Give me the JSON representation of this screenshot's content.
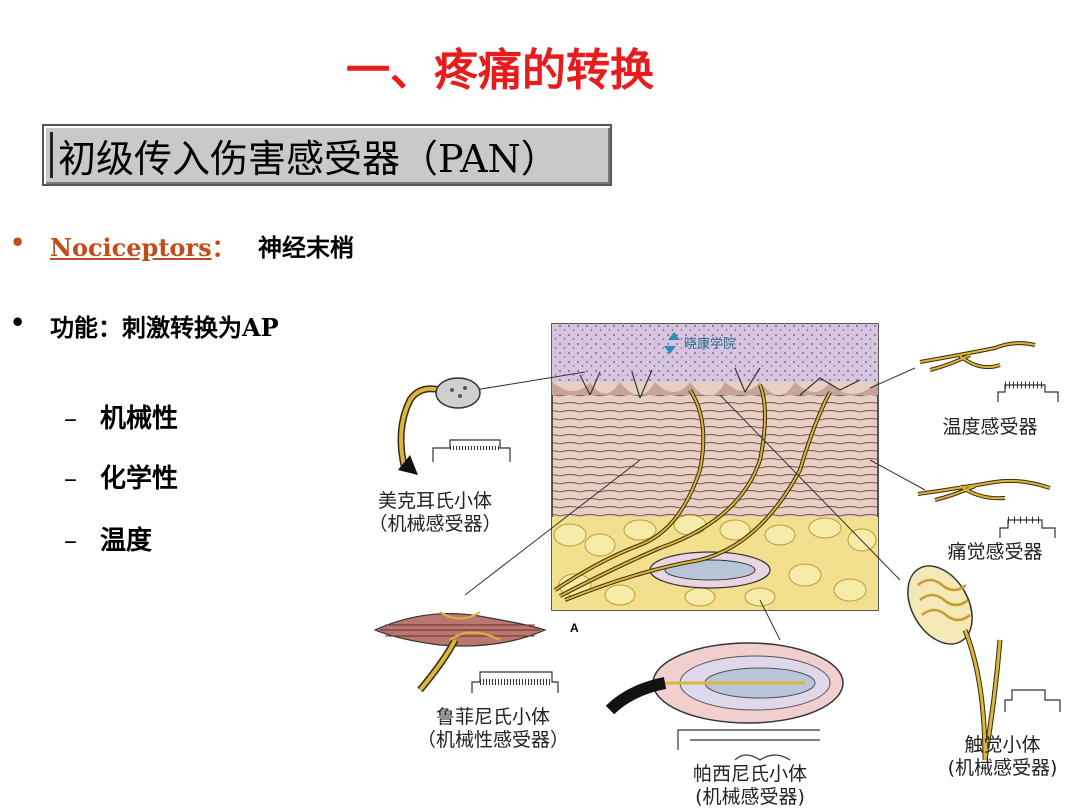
{
  "colors": {
    "title": "#e81c1c",
    "link": "#c44b1a",
    "bullet": "#c44b1a",
    "nerve": "#d9b63c"
  },
  "title": "一、疼痛的转换",
  "box_heading": "初级传入伤害感受器（PAN）",
  "bullets": [
    {
      "marker": "•",
      "link_text": "Nociceptors",
      "colon": "：",
      "text": "神经末梢"
    },
    {
      "marker": "•",
      "text": "功能：刺激转换为AP"
    }
  ],
  "sub_items": [
    {
      "marker": "–",
      "text": "机械性"
    },
    {
      "marker": "–",
      "text": "化学性"
    },
    {
      "marker": "–",
      "text": "温度"
    }
  ],
  "diagram": {
    "panel_letter": "A",
    "watermark": "晓康学院",
    "labels": {
      "meissner": [
        "美克耳氏小体",
        "（机械感受器）"
      ],
      "thermo": [
        "温度感受器"
      ],
      "pain": [
        "痛觉感受器"
      ],
      "ruffini": [
        "鲁菲尼氏小体",
        "（机械性感受器）"
      ],
      "pacini": [
        "帕西尼氏小体",
        "(机械感受器)"
      ],
      "touch": [
        "触觉小体",
        "(机械感受器)"
      ]
    }
  }
}
